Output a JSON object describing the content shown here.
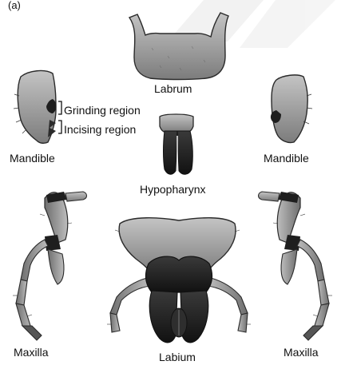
{
  "partial_label": "(a)",
  "labels": {
    "labrum": "Labrum",
    "mandible_left": "Mandible",
    "mandible_right": "Mandible",
    "grinding_region": "Grinding region",
    "incising_region": "Incising region",
    "hypopharynx": "Hypopharynx",
    "maxilla_left": "Maxilla",
    "maxilla_right": "Maxilla",
    "labium": "Labium"
  },
  "colors": {
    "light_part": "#9a9a9a",
    "dark_part": "#1e1e1e",
    "outline": "#2a2a2a",
    "watermark": "#e6e6e6"
  }
}
